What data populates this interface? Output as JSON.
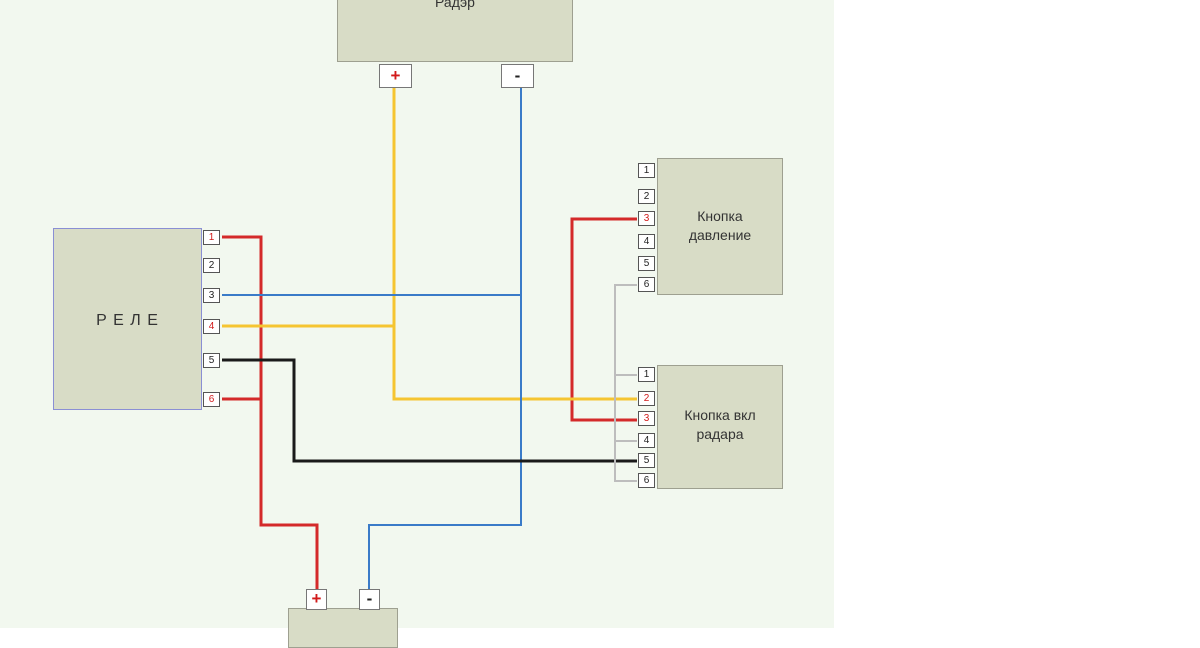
{
  "radar": {
    "label": "Радэр",
    "plus": "+",
    "minus": "-"
  },
  "relay": {
    "label": "Р Е Л Е",
    "pins": [
      "1",
      "2",
      "3",
      "4",
      "5",
      "6"
    ]
  },
  "pressure_button": {
    "label": "Кнопка давление",
    "pins": [
      "1",
      "2",
      "3",
      "4",
      "5",
      "6"
    ]
  },
  "radar_button": {
    "label": "Кнопка вкл радара",
    "pins": [
      "1",
      "2",
      "3",
      "4",
      "5",
      "6"
    ]
  },
  "battery": {
    "plus": "+",
    "minus": "-"
  },
  "colors": {
    "red_wire": "#d42a2a",
    "yellow_wire": "#f5c531",
    "blue_wire": "#3a7bc8",
    "black_wire": "#1a1a1a",
    "gray_wire": "#bdbdbd",
    "block_fill": "#d8dcc6",
    "background": "#f2f8ef"
  }
}
